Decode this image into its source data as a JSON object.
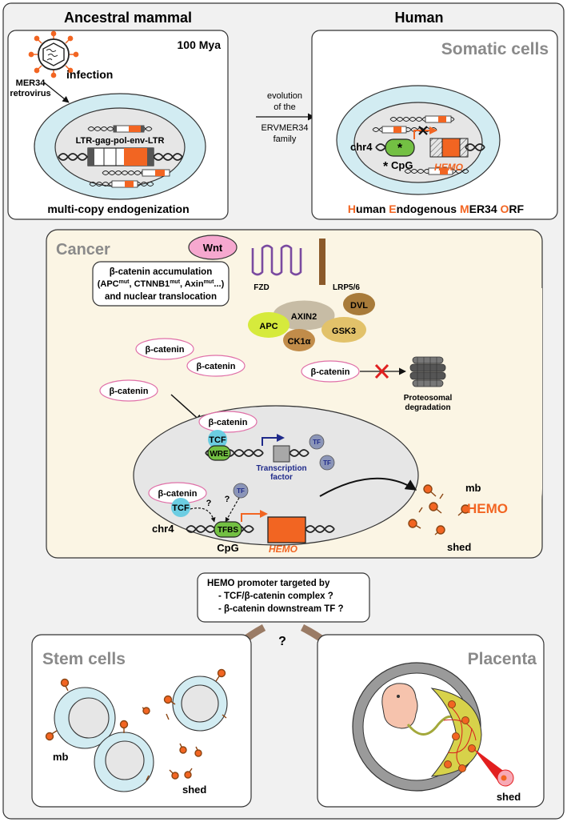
{
  "top": {
    "ancestral_title": "Ancestral mammal",
    "human_title": "Human",
    "mya": "100 Mya",
    "infection": "infection",
    "virus_name_1": "MER34",
    "virus_name_2": "retrovirus",
    "provirus": "LTR-gag-pol-env-LTR",
    "endogenization": "multi-copy endogenization",
    "evolution_1": "evolution",
    "evolution_2": "of the",
    "evolution_3": "ERVMER34",
    "evolution_4": "family",
    "somatic_title": "Somatic cells",
    "chr4": "chr4",
    "cpg": "CpG",
    "cpg_star": "*",
    "methyl_star": "*",
    "hemo": "HEMO",
    "acronym": {
      "h": "H",
      "h_rest": "uman ",
      "e": "E",
      "e_rest": "ndogenous ",
      "m": "M",
      "m_rest": "ER34 ",
      "o": "O",
      "o_rest": "RF"
    }
  },
  "cancer": {
    "title": "Cancer",
    "wnt": "Wnt",
    "fzd": "FZD",
    "lrp": "LRP5/6",
    "accum_line1": "β-catenin accumulation",
    "accum_line2_a": "(APC",
    "accum_line2_b": "mut",
    "accum_line2_c": ", CTNNB1",
    "accum_line2_d": "mut",
    "accum_line2_e": ", Axin",
    "accum_line2_f": "mut",
    "accum_line2_g": "...)",
    "accum_line3": "and nuclear translocation",
    "apc": "APC",
    "axin2": "AXIN2",
    "dvl": "DVL",
    "gsk3": "GSK3",
    "ck1a": "CK1α",
    "bcat": "β-catenin",
    "proteo_1": "Proteosomal",
    "proteo_2": "degradation",
    "tcf": "TCF",
    "wre": "WRE",
    "tf": "TF",
    "tfactor_1": "Transcription",
    "tfactor_2": "factor",
    "q": "?",
    "tfbs": "TFBS",
    "chr4": "chr4",
    "cpg": "CpG",
    "hemo_gene": "HEMO",
    "hemo_label": "HEMO",
    "mb": "mb",
    "shed": "shed"
  },
  "question_box": {
    "line1": "HEMO promoter targeted by",
    "line2": "- TCF/β-catenin complex ?",
    "line3": "- β-catenin downstream TF ?",
    "q": "?"
  },
  "bottom": {
    "stem_title": "Stem cells",
    "mb": "mb",
    "shed": "shed",
    "placenta_title": "Placenta",
    "placenta_shed": "shed"
  },
  "colors": {
    "orange": "#f26522",
    "membrane": "#d2ecf2",
    "nucleus": "#e6e6e6",
    "cancer_bg": "#fbf5e4",
    "green": "#73c043",
    "tcf": "#6ccde2"
  }
}
